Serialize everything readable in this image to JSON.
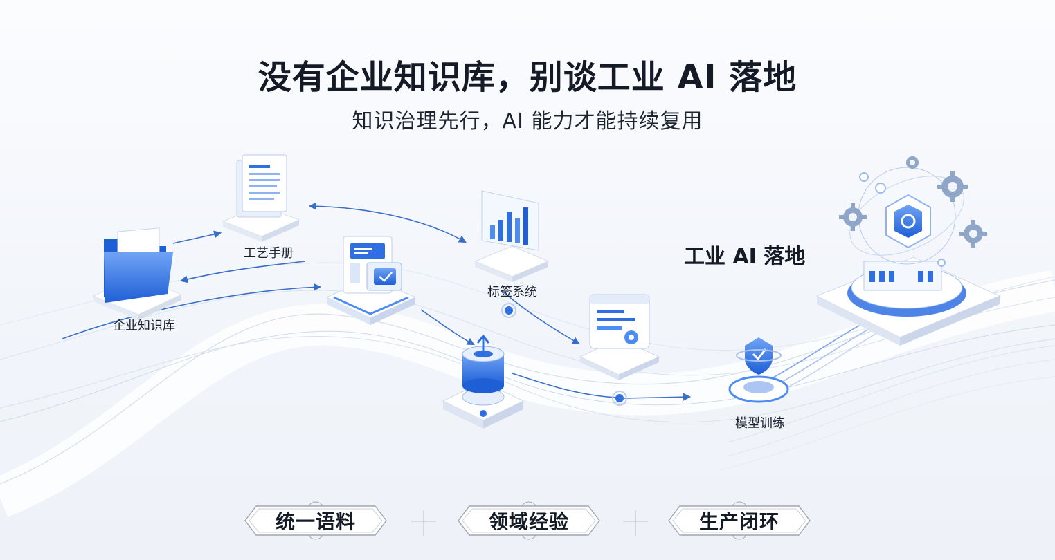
{
  "header": {
    "title": "没有企业知识库，别谈工业 AI 落地",
    "subtitle": "知识治理先行，AI 能力才能持续复用"
  },
  "nodes": {
    "knowledge_base": "企业知识库",
    "process_manual": "工艺手册",
    "tagging_system": "标签系统",
    "model_training": "模型训练",
    "goal": "工业 AI 落地"
  },
  "pillars": [
    "统一语料",
    "领域经验",
    "生产闭环"
  ],
  "colors": {
    "accent": "#2f6fe0",
    "accent_light": "#8fb3f0",
    "text": "#151b26",
    "platform": "#ffffff"
  }
}
